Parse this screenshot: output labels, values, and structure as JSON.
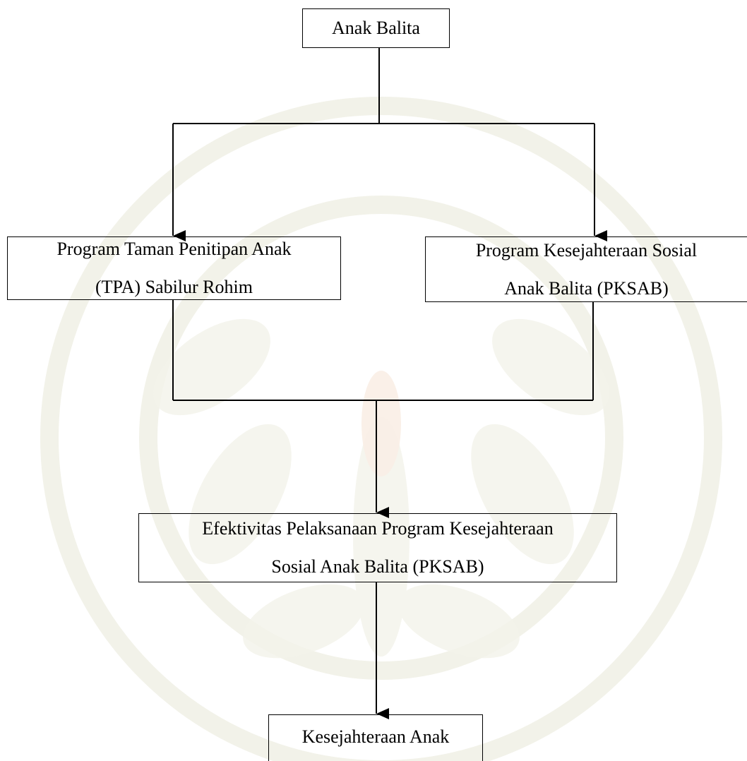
{
  "nodes": {
    "anak_balita": {
      "lines": [
        "Anak Balita"
      ]
    },
    "tpa": {
      "lines": [
        "Program Taman Penitipan Anak",
        "(TPA) Sabilur Rohim"
      ]
    },
    "pksab": {
      "lines": [
        "Program Kesejahteraan Sosial",
        "Anak Balita (PKSAB)"
      ]
    },
    "efektivitas": {
      "lines": [
        "Efektivitas Pelaksanaan Program Kesejahteraan",
        "Sosial Anak Balita (PKSAB)"
      ]
    },
    "kesejahteraan": {
      "lines": [
        "Kesejahteraan Anak"
      ]
    }
  },
  "edges": [
    {
      "from": "anak_balita",
      "to": "tpa"
    },
    {
      "from": "anak_balita",
      "to": "pksab"
    },
    {
      "from": "tpa",
      "to": "efektivitas"
    },
    {
      "from": "pksab",
      "to": "efektivitas"
    },
    {
      "from": "efektivitas",
      "to": "kesejahteraan"
    }
  ],
  "colors": {
    "line": "#000000",
    "background": "#ffffff",
    "watermark": "#f1f1e8"
  }
}
